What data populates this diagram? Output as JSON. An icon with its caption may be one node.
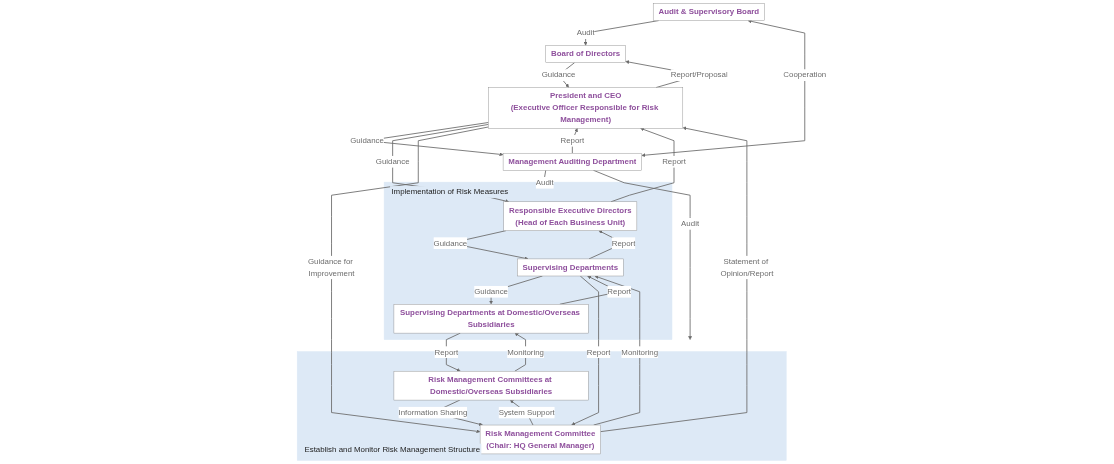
{
  "diagram": {
    "nodes": [
      {
        "text": [
          "Board of Directors"
        ]
      },
      {
        "text": [
          "Audit & Supervisory Board"
        ]
      },
      {
        "text": [
          "President and CEO",
          "(Executive Officer Responsible for Risk Management)"
        ]
      },
      {
        "text": [
          "Management Auditing Department"
        ]
      },
      {
        "text": [
          "Implementation of Risk Measures"
        ]
      },
      {
        "text": [
          "Responsible Executive Directors",
          "(Head of Each Business Unit)"
        ],
        "in": 4
      },
      {
        "text": [
          "Supervising Departments"
        ],
        "in": 4
      },
      {
        "text": [
          "Supervising Departments at Domestic/Overseas Subsidiaries"
        ],
        "in": 4
      },
      {
        "text": [
          "Establish and Monitor Risk Management Structure"
        ]
      },
      {
        "text": [
          "Risk Management Committee",
          "(Chair: HQ General Manager)"
        ],
        "in": 8
      },
      {
        "text": [
          "Risk Management Committees at Domestic/Overseas Subsidiaries"
        ],
        "in": 8
      }
    ],
    "edges": [
      {
        "from": 1,
        "to": 0,
        "arrow": "to",
        "label": "Audit"
      },
      {
        "from": 1,
        "to": 3,
        "arrow": "both",
        "label": "Cooperation"
      },
      {
        "from": 0,
        "to": 2,
        "arrow": "to",
        "label": "Guidance"
      },
      {
        "from": 2,
        "to": 0,
        "arrow": "to",
        "label": "Report/Proposal"
      },
      {
        "from": 3,
        "to": 2,
        "arrow": "to",
        "label": "Report"
      },
      {
        "from": 2,
        "to": 3,
        "arrow": "to",
        "label": "Guidance"
      },
      {
        "from": 2,
        "to": 5,
        "arrow": "to",
        "label": "Guidance"
      },
      {
        "from": 5,
        "to": 2,
        "arrow": "to",
        "label": "Report"
      },
      {
        "from": 5,
        "to": 6,
        "arrow": "to",
        "label": "Guidance"
      },
      {
        "from": 6,
        "to": 5,
        "arrow": "to",
        "label": "Report"
      },
      {
        "from": 6,
        "to": 7,
        "arrow": "to",
        "label": "Guidance"
      },
      {
        "from": 7,
        "to": 6,
        "arrow": "to",
        "label": "Report"
      },
      {
        "from": 2,
        "to": 9,
        "arrow": "to",
        "label": "Guidance for Improvement"
      },
      {
        "from": 9,
        "to": 2,
        "arrow": "to",
        "label": "Statement of Opinion/Report"
      },
      {
        "from": 9,
        "to": 10,
        "arrow": "to",
        "label": "System Support"
      },
      {
        "from": 10,
        "to": 9,
        "arrow": "to",
        "label": "Information Sharing"
      },
      {
        "from": 9,
        "to": 6,
        "arrow": "to",
        "label": "Monitoring"
      },
      {
        "from": 6,
        "to": 9,
        "arrow": "to",
        "label": "Report"
      },
      {
        "from": 10,
        "to": 7,
        "arrow": "to",
        "label": "Monitoring"
      },
      {
        "from": 7,
        "to": 10,
        "arrow": "to",
        "label": "Report"
      },
      {
        "from": 3,
        "to": 4,
        "arrow": "to",
        "label": "Audit"
      },
      {
        "from": 3,
        "to": 8,
        "arrow": "to",
        "label": "Audit"
      }
    ]
  }
}
